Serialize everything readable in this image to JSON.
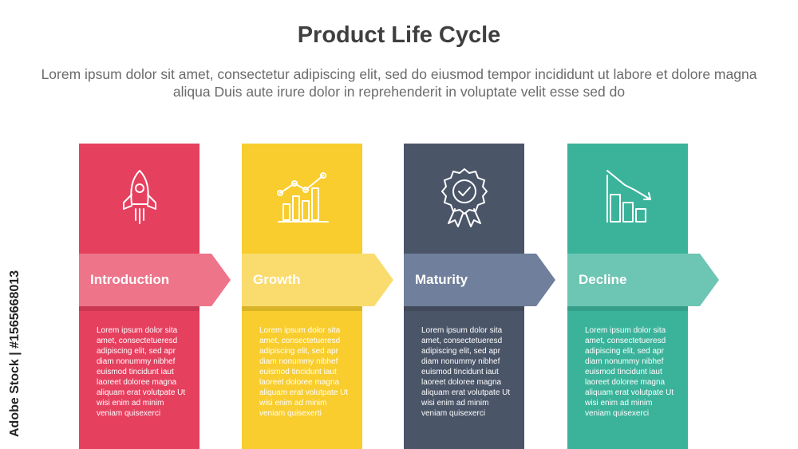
{
  "title": "Product Life Cycle",
  "subtitle": "Lorem ipsum dolor sit amet, consectetur adipiscing elit, sed do eiusmod tempor incididunt ut labore et dolore magna aliqua Duis aute irure dolor in reprehenderit in voluptate velit esse sed do",
  "watermark_side": "Adobe Stock | #1565668013",
  "stages": [
    {
      "label": "Introduction",
      "icon": "rocket-icon",
      "color": "#e6405f",
      "arrow_color": "#ee7489",
      "body": "Lorem ipsum dolor sita amet, consectetueresd adipiscing elit, sed apr diam nonummy nibhef euismod tincidunt iaut laoreet doloree magna aliquam erat volutpate Ut wisi enim ad minim veniam quisexerci"
    },
    {
      "label": "Growth",
      "icon": "growth-chart-icon",
      "color": "#f8cd2d",
      "arrow_color": "#fadc6e",
      "body": "Lorem ipsum dolor sita amet, consectetueresd adipiscing elit, sed apr diam nonummy nibhef euismod tincidunt iaut laoreet doloree magna aliquam erat volutpate Ut wisi enim ad minim veniam quisexerti"
    },
    {
      "label": "Maturity",
      "icon": "award-badge-icon",
      "color": "#4a5568",
      "arrow_color": "#6f7f9c",
      "body": "Lorem ipsum dolor sita amet, consectetueresd adipiscing elit, sed apr diam nonummy nibhef euismod tincidunt iaut laoreet doloree magna aliquam erat volutpate Ut wisi enim ad minim veniam quisexerci"
    },
    {
      "label": "Decline",
      "icon": "decline-chart-icon",
      "color": "#3bb39b",
      "arrow_color": "#6dc5b3",
      "body": "Lorem ipsum dolor sita amet, consectetueresd adipiscing elit, sed apr diam nonummy nibhef euismod tincidunt iaut laoreet doloree magna aliquam erat volutpate Ut wisi enim ad minim veniam quisexerci"
    }
  ]
}
